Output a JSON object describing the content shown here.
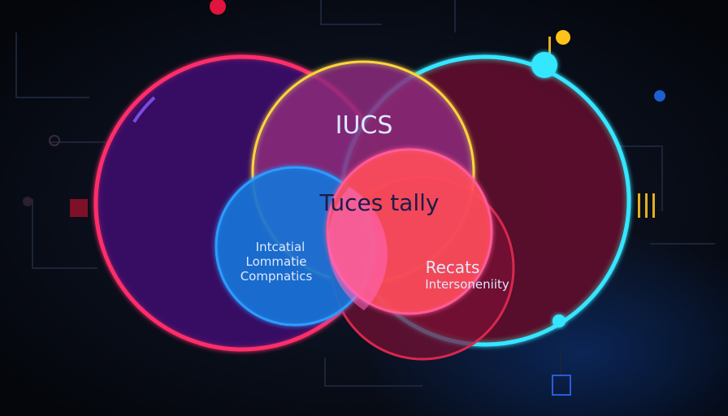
{
  "diagram": {
    "type": "venn",
    "labels": {
      "top": "IUCS",
      "center": "Tuces tally",
      "left_line1": "Intcatial",
      "left_line2": "Lommatie",
      "left_line3": "Compnatics",
      "right_line1": "Recats",
      "right_line2": "Intersoneniity"
    }
  },
  "colors": {
    "background": "#05070d",
    "big_left_fill": "#3a0f66",
    "big_left_stroke": "#ff2d6b",
    "big_right_fill": "#5a0f2a",
    "big_right_stroke": "#35e6ff",
    "top_fill": "#8a2a7a",
    "top_stroke": "#ffd43b",
    "blue_fill": "#1673d6",
    "blue_stroke": "#2d9bff",
    "pink_fill": "#ff4d5a",
    "pink_stroke": "#ff5a9a",
    "small_right_fill": "#7a1035",
    "small_right_stroke": "#d8284e",
    "text_light": "#dfe8ff",
    "text_dark": "#1a1c4a",
    "circuit_line": "#1b2438",
    "dot_red": "#e0143c",
    "dot_yellow": "#ffc21a",
    "dot_cyan": "#35e6ff",
    "dot_blue": "#1c5fd1"
  }
}
